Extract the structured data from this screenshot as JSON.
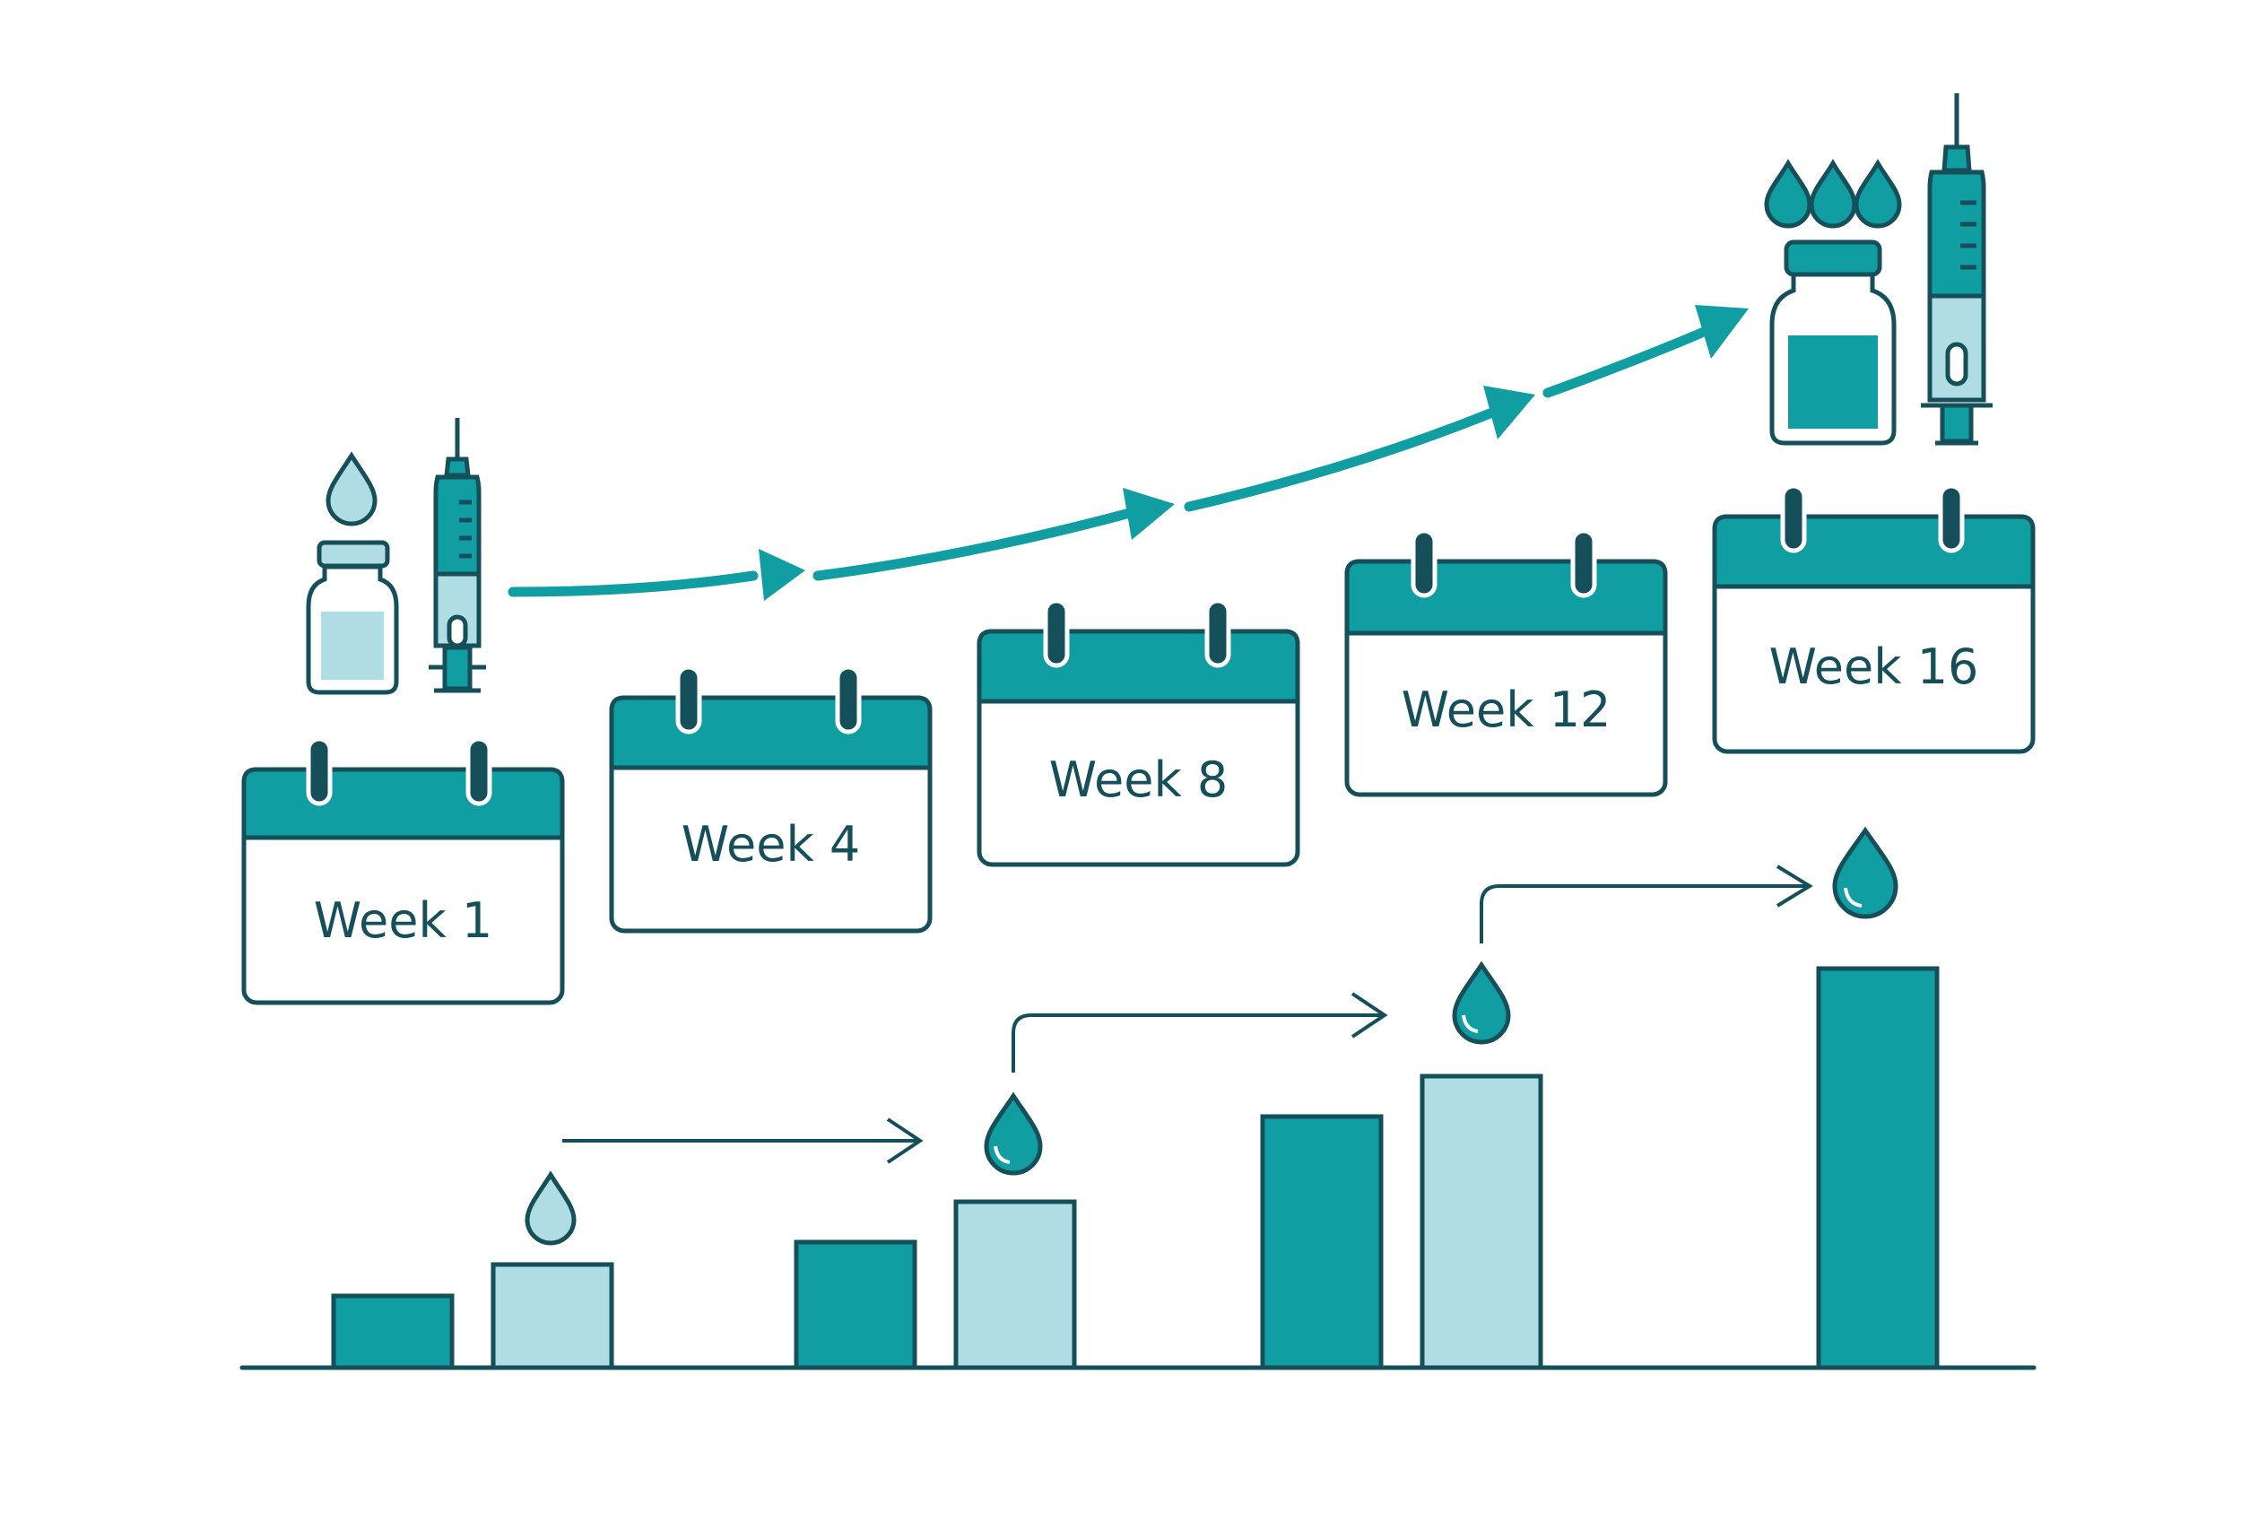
{
  "calendars": [
    {
      "label": "Week 1"
    },
    {
      "label": "Week 4"
    },
    {
      "label": "Week 8"
    },
    {
      "label": "Week 12"
    },
    {
      "label": "Week 16"
    }
  ],
  "dose_bars": [
    {
      "group": 1,
      "kind": "previous",
      "relative_height": 0.16
    },
    {
      "group": 1,
      "kind": "current",
      "relative_height": 0.23
    },
    {
      "group": 2,
      "kind": "previous",
      "relative_height": 0.28
    },
    {
      "group": 2,
      "kind": "current",
      "relative_height": 0.37
    },
    {
      "group": 3,
      "kind": "previous",
      "relative_height": 0.56
    },
    {
      "group": 3,
      "kind": "current",
      "relative_height": 0.65
    },
    {
      "group": 4,
      "kind": "current",
      "relative_height": 0.89
    }
  ],
  "colors": {
    "teal": "#109ea2",
    "light_teal": "#b0dde3",
    "outline": "#15505a",
    "background": "#ffffff"
  },
  "icons": [
    "drop-icon",
    "vial-icon",
    "syringe-icon",
    "calendar-icon",
    "arrow-icon"
  ]
}
